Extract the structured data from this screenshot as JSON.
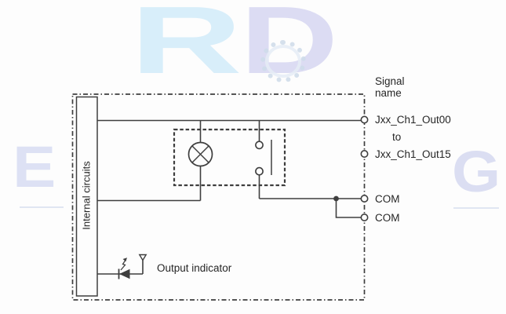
{
  "figure": {
    "type": "relay-output-circuit-diagram",
    "labels": {
      "internal_circuits": "Internal circuits",
      "output_indicator": "Output indicator",
      "signal_header_line1": "Signal",
      "signal_header_line2": "name",
      "out_first": "Jxx_Ch1_Out00",
      "range_word": "to",
      "out_last": "Jxx_Ch1_Out15",
      "com_top": "COM",
      "com_bottom": "COM"
    },
    "terminals": [
      {
        "name": "Jxx_Ch1_Out00"
      },
      {
        "name": "Jxx_Ch1_Out15"
      },
      {
        "name": "COM"
      },
      {
        "name": "COM"
      }
    ],
    "symbols": [
      "relay-coil-lamp",
      "relay-contact",
      "led-output-indicator",
      "junction-dot"
    ]
  },
  "watermark": {
    "top_left_letter": "R",
    "top_right_letter": "D",
    "left_letter": "E",
    "right_letter": "G"
  },
  "colors": {
    "line": "#3e3e3e",
    "text": "#262626",
    "contact_bar": "#5f5f5f",
    "watermark_cyan": "#d8eefa",
    "watermark_lavender": "#dcdcf3",
    "watermark_gear": "#cfdcea",
    "background": "#fdfdfd"
  }
}
